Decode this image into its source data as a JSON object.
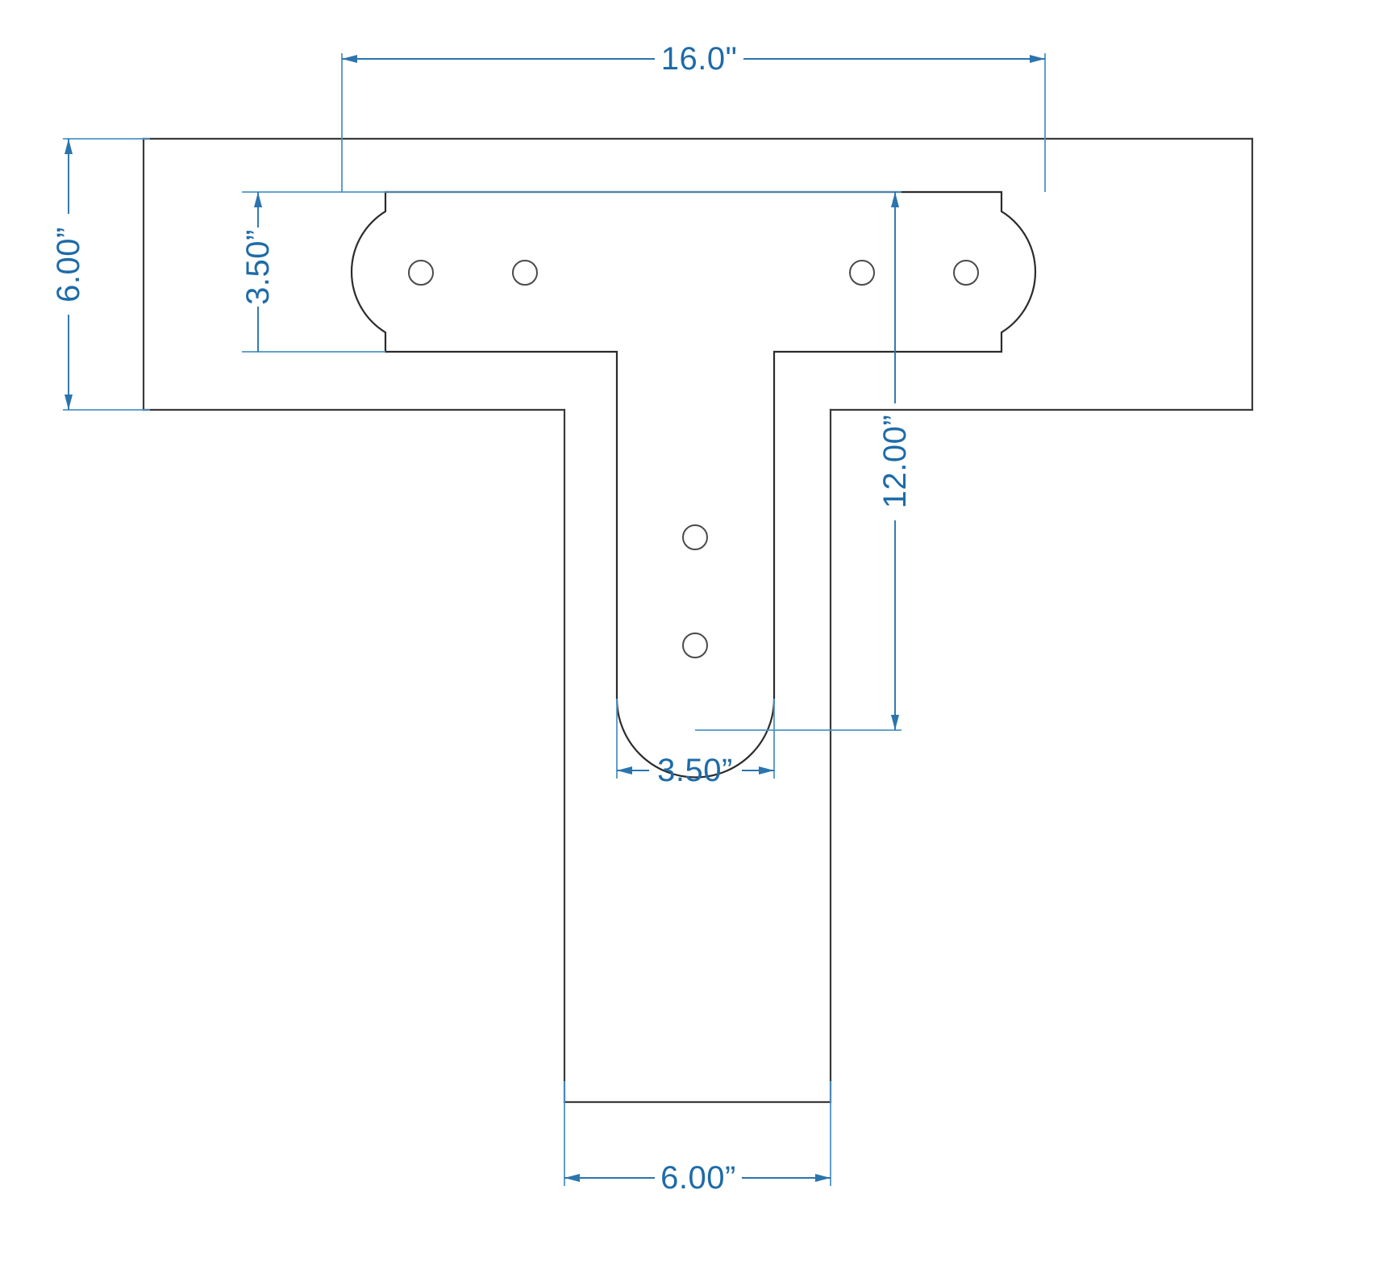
{
  "drawing": {
    "title": "T-Bracket Plate Dimensioned Drawing",
    "units": "inches",
    "line_color_geometry": "#2b2b2b",
    "line_color_dimension": "#2b74ad",
    "text_color_dimension": "#1e6ba8",
    "background_color": "#ffffff"
  },
  "dimensions": {
    "top_width": {
      "label": "16.0\"",
      "value": 16.0,
      "orientation": "horizontal",
      "describes": "bracket-horizontal-arm-overall-width"
    },
    "left_beam_height": {
      "label": "6.00”",
      "value": 6.0,
      "orientation": "vertical",
      "describes": "beam-height"
    },
    "arm_height": {
      "label": "3.50”",
      "value": 3.5,
      "orientation": "vertical",
      "describes": "bracket-horizontal-arm-height"
    },
    "leg_length": {
      "label": "12.00”",
      "value": 12.0,
      "orientation": "vertical",
      "describes": "bracket-overall-vertical-length"
    },
    "leg_width": {
      "label": "3.50”",
      "value": 3.5,
      "orientation": "horizontal",
      "describes": "bracket-vertical-leg-width"
    },
    "post_width": {
      "label": "6.00”",
      "value": 6.0,
      "orientation": "horizontal",
      "describes": "post-width"
    }
  },
  "features": {
    "arm_holes_count": 4,
    "leg_holes_count": 2,
    "total_holes": 6,
    "arm_end_style": "stepped-round",
    "leg_end_style": "round-bottom"
  }
}
